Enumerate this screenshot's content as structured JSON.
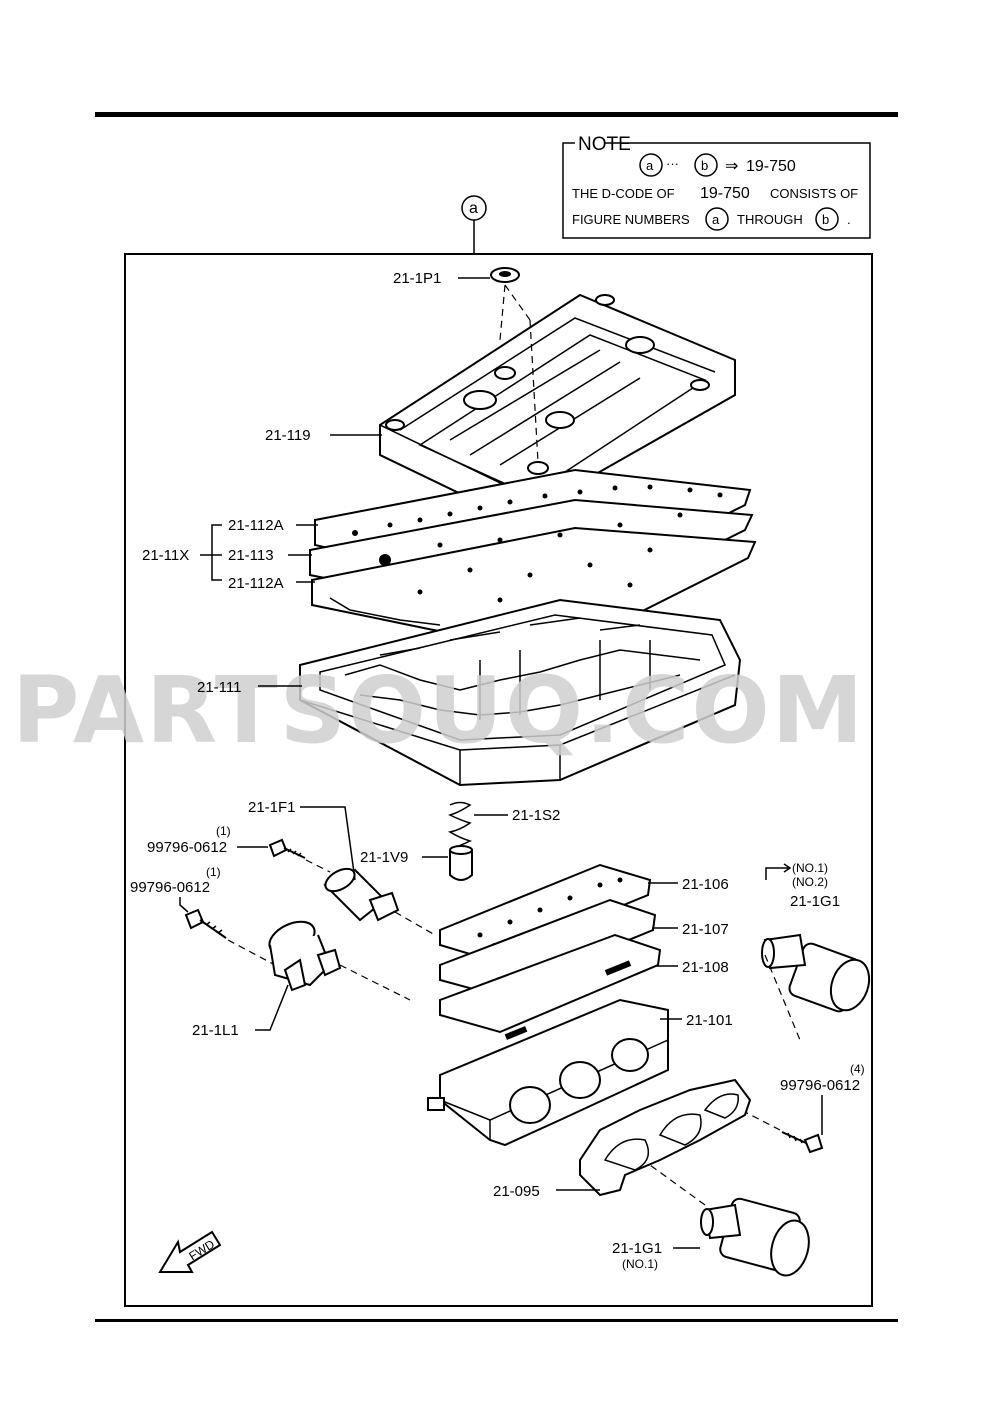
{
  "note": {
    "heading": "NOTE",
    "circle_a": "a",
    "circle_b": "b",
    "dots": "···",
    "arrow": "⇒",
    "code": "19-750",
    "line2_prefix": "THE D-CODE OF",
    "line2_code": "19-750",
    "line2_suffix": "CONSISTS OF",
    "line3_prefix": "FIGURE NUMBERS",
    "line3_mid": "THROUGH",
    "line3_end": "."
  },
  "figure_marker": "a",
  "watermark": "PARTSOUQ.COM",
  "fwd": "FWD",
  "labels": {
    "p1P1": "21-1P1",
    "p119": "21-119",
    "p112A_top": "21-112A",
    "p11X": "21-11X",
    "p113": "21-113",
    "p112A_bottom": "21-112A",
    "p111": "21-111",
    "p1F1": "21-1F1",
    "p1S2": "21-1S2",
    "p1V9": "21-1V9",
    "bolt1_qty": "(1)",
    "bolt1": "99796-0612",
    "bolt2_qty": "(1)",
    "bolt2": "99796-0612",
    "p106": "21-106",
    "p107": "21-107",
    "p108": "21-108",
    "p101": "21-101",
    "no1": "(NO.1)",
    "no2": "(NO.2)",
    "p1G1_right": "21-1G1",
    "p1L1": "21-1L1",
    "bolt3_qty": "(4)",
    "bolt3": "99796-0612",
    "p095": "21-095",
    "p1G1_bottom": "21-1G1",
    "no1_bottom": "(NO.1)"
  }
}
